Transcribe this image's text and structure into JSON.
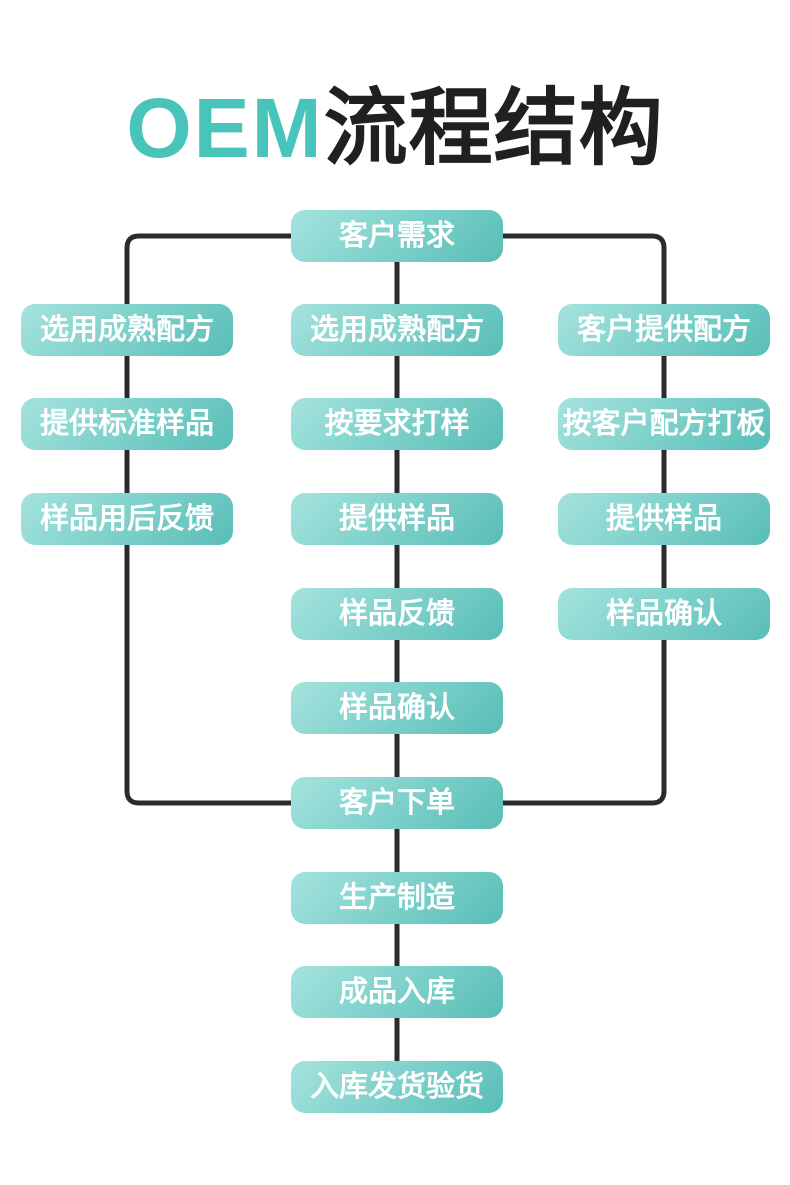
{
  "title": {
    "highlight": "OEM",
    "rest": "流程结构"
  },
  "colors": {
    "accent": "#48c4bb",
    "box_gradient_start": "#a5e3de",
    "box_gradient_end": "#58beb7",
    "line": "#2b2b2b",
    "text_on_box": "#ffffff",
    "title_text": "#202022",
    "page_bg": "#ffffff"
  },
  "flow": {
    "top_label": "客户需求",
    "columns": [
      {
        "steps": [
          "选用成熟配方",
          "提供标准样品",
          "样品用后反馈"
        ]
      },
      {
        "steps": [
          "选用成熟配方",
          "按要求打样",
          "提供样品",
          "样品反馈",
          "样品确认"
        ]
      },
      {
        "steps": [
          "客户提供配方",
          "按客户配方打板",
          "提供样品",
          "样品确认"
        ]
      }
    ],
    "merge_label": "客户下单",
    "tail_steps": [
      "生产制造",
      "成品入库",
      "入库发货验货"
    ]
  }
}
